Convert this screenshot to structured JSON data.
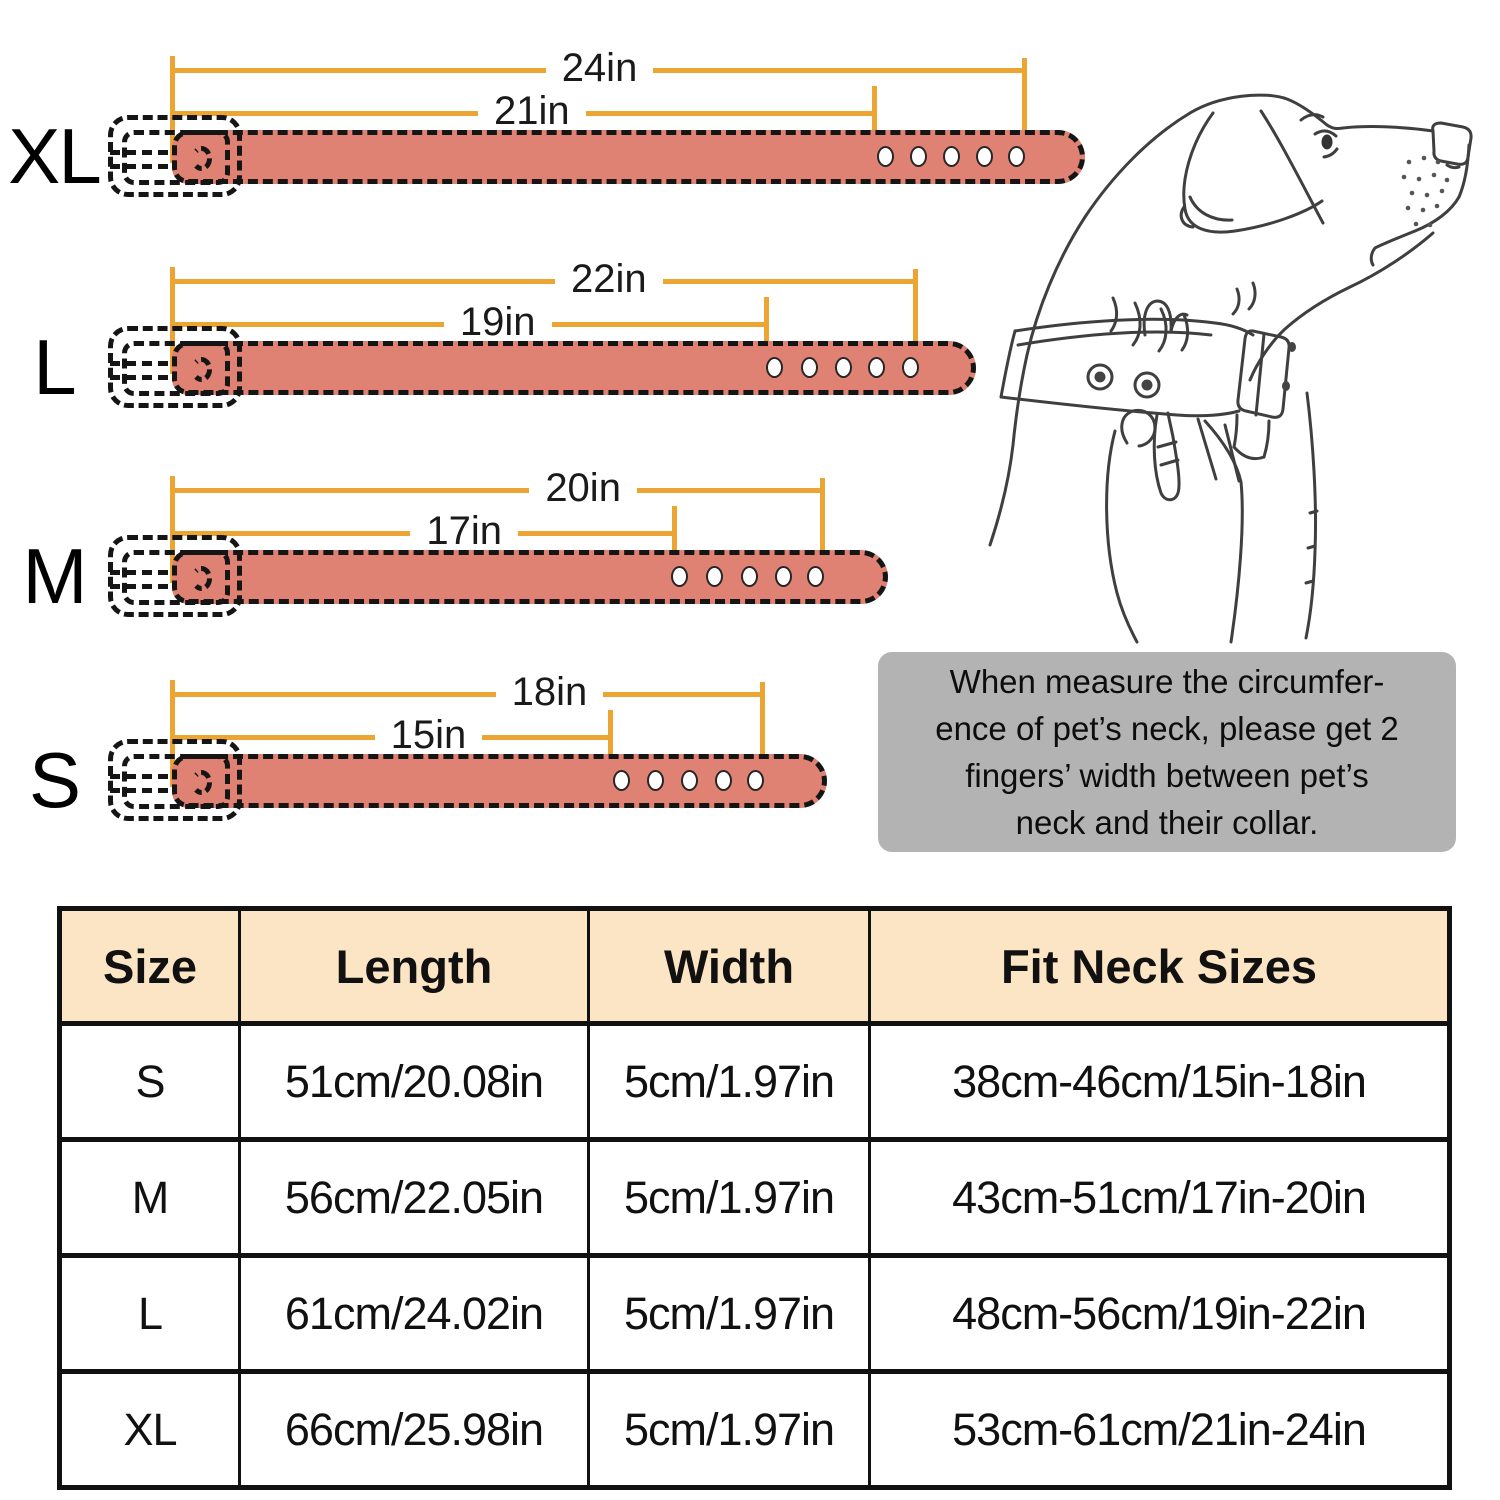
{
  "diagram": {
    "collars": [
      {
        "size": "XL",
        "outer_label": "24in",
        "inner_label": "21in"
      },
      {
        "size": "L",
        "outer_label": "22in",
        "inner_label": "19in"
      },
      {
        "size": "M",
        "outer_label": "20in",
        "inner_label": "17in"
      },
      {
        "size": "S",
        "outer_label": "18in",
        "inner_label": "15in"
      }
    ],
    "note": "When measure the circumfer-\nence of pet’s neck, please get 2\nfingers’ width between pet’s\nneck and their collar.",
    "colors": {
      "collar_fill": "#df8173",
      "dimension_line": "#eca433",
      "note_background": "#b3b3b3",
      "table_header_background": "#fbe5c4"
    }
  },
  "table": {
    "headers": [
      "Size",
      "Length",
      "Width",
      "Fit Neck Sizes"
    ],
    "rows": [
      [
        "S",
        "51cm/20.08in",
        "5cm/1.97in",
        "38cm-46cm/15in-18in"
      ],
      [
        "M",
        "56cm/22.05in",
        "5cm/1.97in",
        "43cm-51cm/17in-20in"
      ],
      [
        "L",
        "61cm/24.02in",
        "5cm/1.97in",
        "48cm-56cm/19in-22in"
      ],
      [
        "XL",
        "66cm/25.98in",
        "5cm/1.97in",
        "53cm-61cm/21in-24in"
      ]
    ]
  }
}
